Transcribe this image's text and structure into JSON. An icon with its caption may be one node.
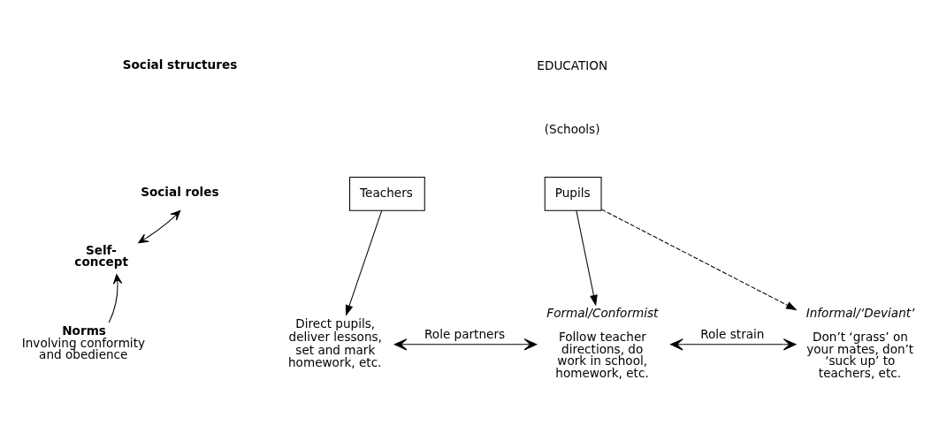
{
  "diagram": {
    "nodes": [
      {
        "text": [
          "Self-concept"
        ]
      },
      {
        "text": [
          "Social roles"
        ]
      },
      {
        "text": [
          "Norms",
          "Involving conformity and obedience"
        ]
      },
      {
        "text": [
          "Teachers"
        ]
      },
      {
        "text": [
          "Pupils"
        ]
      },
      {
        "text": [
          "Direct pupils, deliver lessons, set and mark homework, etc."
        ]
      },
      {
        "text": [
          "Formal/Conformist",
          "Follow teacher directions, do work in school, homework, etc."
        ]
      },
      {
        "text": [
          "Informal/‘Deviant’",
          "Don’t ‘grass’ on your mates, don’t ‘suck up’ to teachers, etc."
        ]
      }
    ],
    "edges": [
      {
        "from": 0,
        "to": 1,
        "arrow": "both"
      },
      {
        "from": 2,
        "to": 0,
        "arrow": "to"
      },
      {
        "from": 3,
        "to": 5,
        "arrow": "to"
      },
      {
        "from": 4,
        "to": 6,
        "arrow": "to"
      },
      {
        "from": 4,
        "to": 7,
        "arrow": "to",
        "style": "dashed"
      },
      {
        "from": 5,
        "to": 6,
        "arrow": "both",
        "label": "Role partners"
      },
      {
        "from": 6,
        "to": 7,
        "arrow": "both",
        "label": "Role strain"
      }
    ],
    "labels": [
      "Social structures",
      "EDUCATION",
      "(Schools)"
    ]
  }
}
